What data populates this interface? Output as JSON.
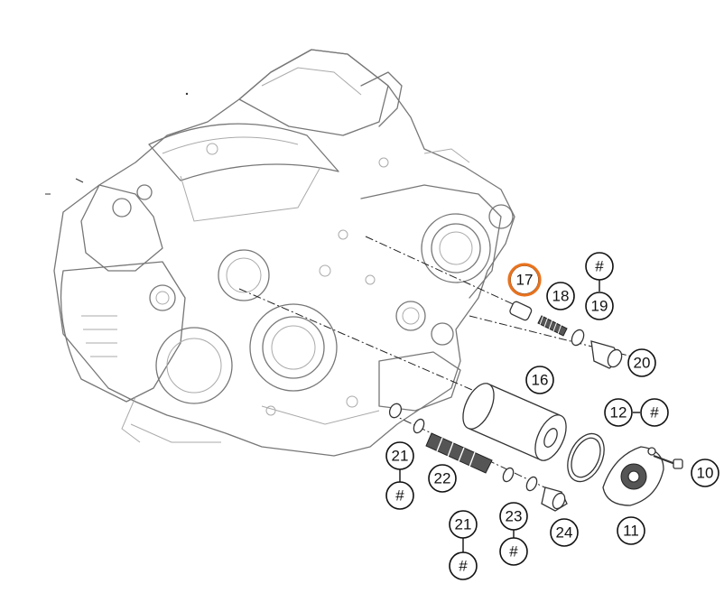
{
  "diagram": {
    "highlight_color": "#e8731f",
    "highlighted_callout": "17",
    "callouts": [
      {
        "id": "c17",
        "label": "17"
      },
      {
        "id": "c18",
        "label": "18"
      },
      {
        "id": "c19a",
        "label": "#"
      },
      {
        "id": "c19",
        "label": "19"
      },
      {
        "id": "c20",
        "label": "20"
      },
      {
        "id": "c16",
        "label": "16"
      },
      {
        "id": "c12",
        "label": "12"
      },
      {
        "id": "c12a",
        "label": "#"
      },
      {
        "id": "c10",
        "label": "10"
      },
      {
        "id": "c11",
        "label": "11"
      },
      {
        "id": "c21",
        "label": "21"
      },
      {
        "id": "c21a",
        "label": "#"
      },
      {
        "id": "c22",
        "label": "22"
      },
      {
        "id": "c21b",
        "label": "21"
      },
      {
        "id": "c21c",
        "label": "#"
      },
      {
        "id": "c23",
        "label": "23"
      },
      {
        "id": "c23a",
        "label": "#"
      },
      {
        "id": "c24",
        "label": "24"
      }
    ]
  }
}
